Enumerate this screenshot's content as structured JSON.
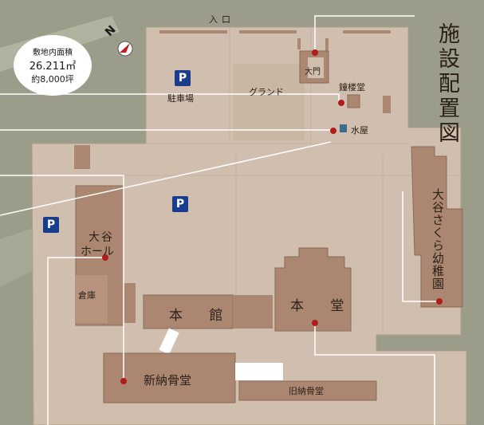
{
  "map": {
    "title": "施設配置図",
    "site_area": {
      "label": "敷地内面積",
      "value": "26.211㎡",
      "approx": "約8,000坪"
    },
    "compass": {
      "label": "N"
    },
    "entrance": "入口",
    "parking_symbol": "P",
    "labels": {
      "parking_lot": "駐車場",
      "ground": "グランド",
      "gate": "大門",
      "bell_tower": "鐘楼堂",
      "water_house": "水屋",
      "kindergarten": "大谷さくら幼稚園",
      "otani_hall_1": "大谷",
      "otani_hall_2": "ホール",
      "storehouse": "倉庫",
      "main_building": "本 館",
      "main_hall": "本 堂",
      "new_ossuary": "新納骨堂",
      "old_ossuary": "旧納骨堂"
    },
    "colors": {
      "background": "#9c9c8a",
      "site": "#d0bfae",
      "building": "#ab8772",
      "marker": "#b01c1c",
      "leader_line": "#ffffff",
      "parking_badge": "#1a3c8c"
    }
  }
}
